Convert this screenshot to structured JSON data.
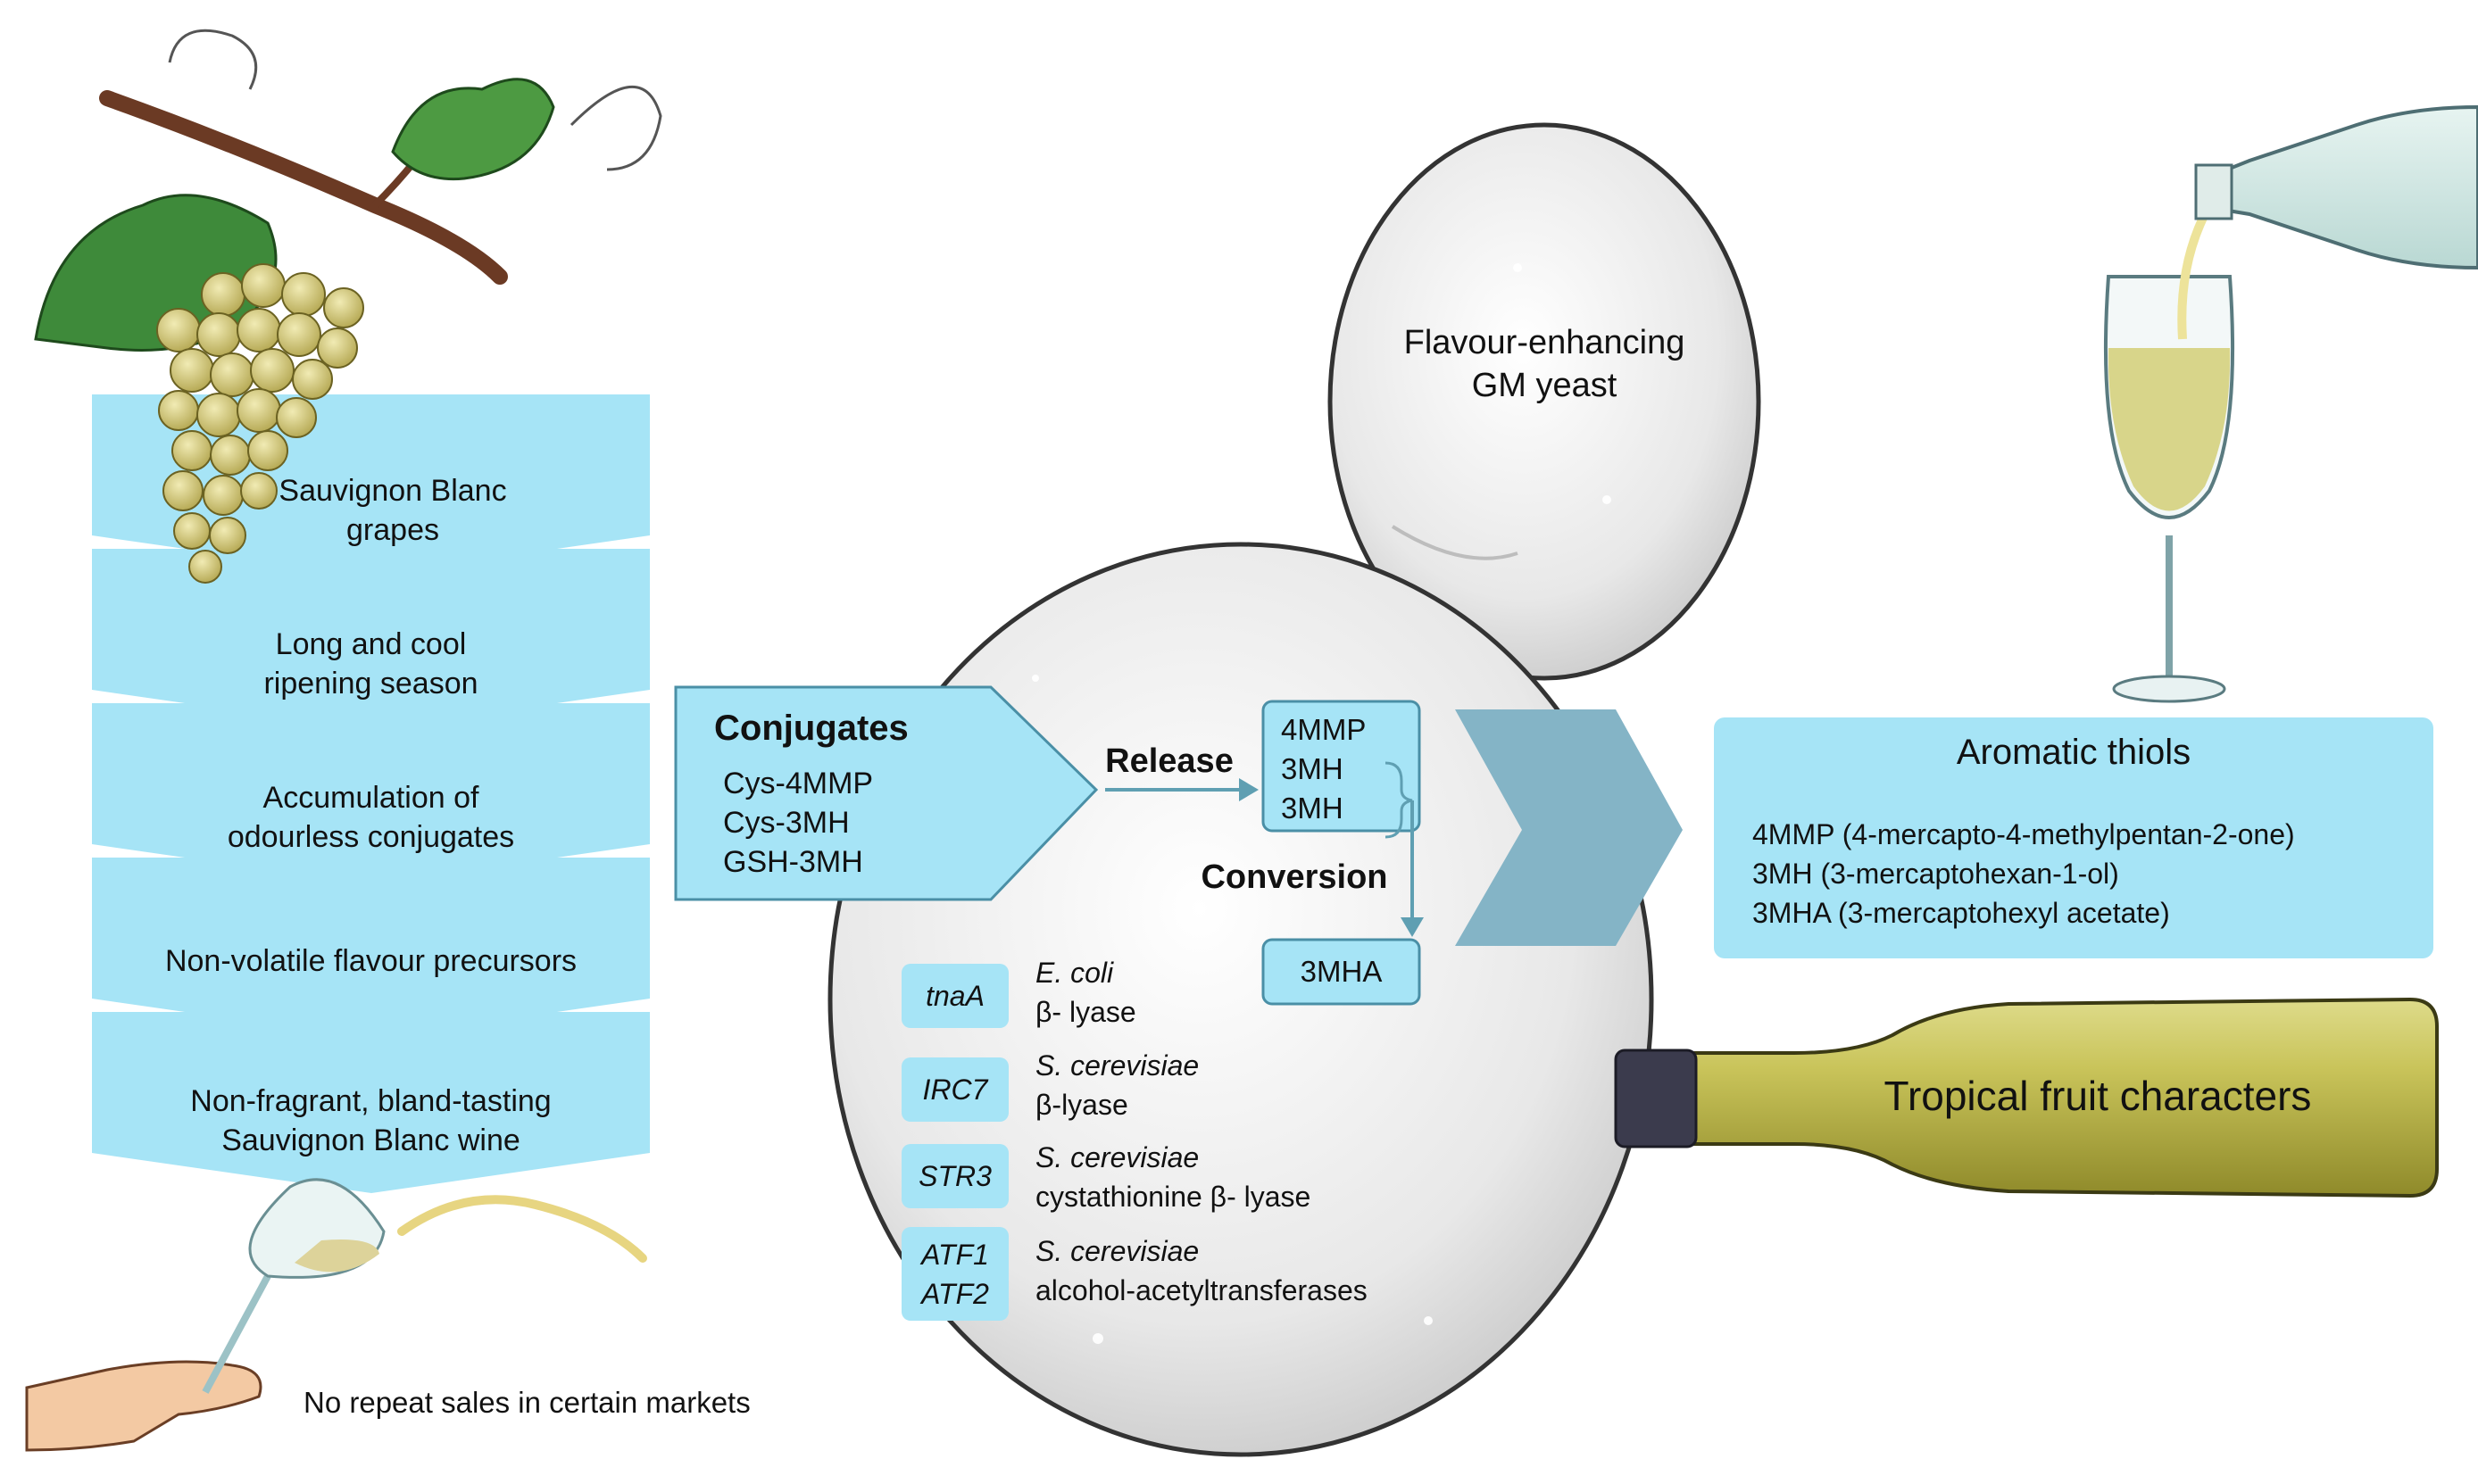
{
  "process_steps": [
    {
      "line1": "Sauvignon Blanc",
      "line2": "grapes"
    },
    {
      "line1": "Long and cool",
      "line2": "ripening season"
    },
    {
      "line1": "Accumulation of",
      "line2": "odourless conjugates"
    },
    {
      "line1": "Non-volatile flavour precursors",
      "line2": ""
    },
    {
      "line1": "Non-fragrant, bland-tasting",
      "line2": "Sauvignon Blanc wine"
    }
  ],
  "outcome_label": "No repeat sales in certain markets",
  "yeast_label": {
    "line1": "Flavour-enhancing",
    "line2": "GM yeast"
  },
  "conjugates": {
    "title": "Conjugates",
    "items": [
      "Cys-4MMP",
      "Cys-3MH",
      "GSH-3MH"
    ]
  },
  "release_label": "Release",
  "conversion_label": "Conversion",
  "thiol_box": {
    "items": [
      "4MMP",
      "3MH",
      "3MH"
    ]
  },
  "product_box": "3MHA",
  "genes": [
    {
      "names": [
        "tnaA"
      ],
      "organism": "E. coli",
      "enzyme": "β- lyase"
    },
    {
      "names": [
        "IRC7"
      ],
      "organism": "S. cerevisiae",
      "enzyme": "β-lyase"
    },
    {
      "names": [
        "STR3"
      ],
      "organism": "S. cerevisiae",
      "enzyme": "cystathionine β- lyase"
    },
    {
      "names": [
        "ATF1",
        "ATF2"
      ],
      "organism": "S. cerevisiae",
      "enzyme": "alcohol-acetyltransferases"
    }
  ],
  "aromatic_thiols": {
    "title": "Aromatic thiols",
    "items": [
      "4MMP (4-mercapto-4-methylpentan-2-one)",
      "3MH (3-mercaptohexan-1-ol)",
      "3MHA (3-mercaptohexyl acetate)"
    ]
  },
  "bottle_label": "Tropical fruit characters",
  "colors": {
    "light_blue": "#a6e4f6",
    "steel_blue": "#84b4c6",
    "arrow_blue": "#5f9fb2",
    "wine_green": "#b7b24a",
    "leaf_green": "#3e8a3a",
    "grape_gold": "#c9bd6a"
  }
}
